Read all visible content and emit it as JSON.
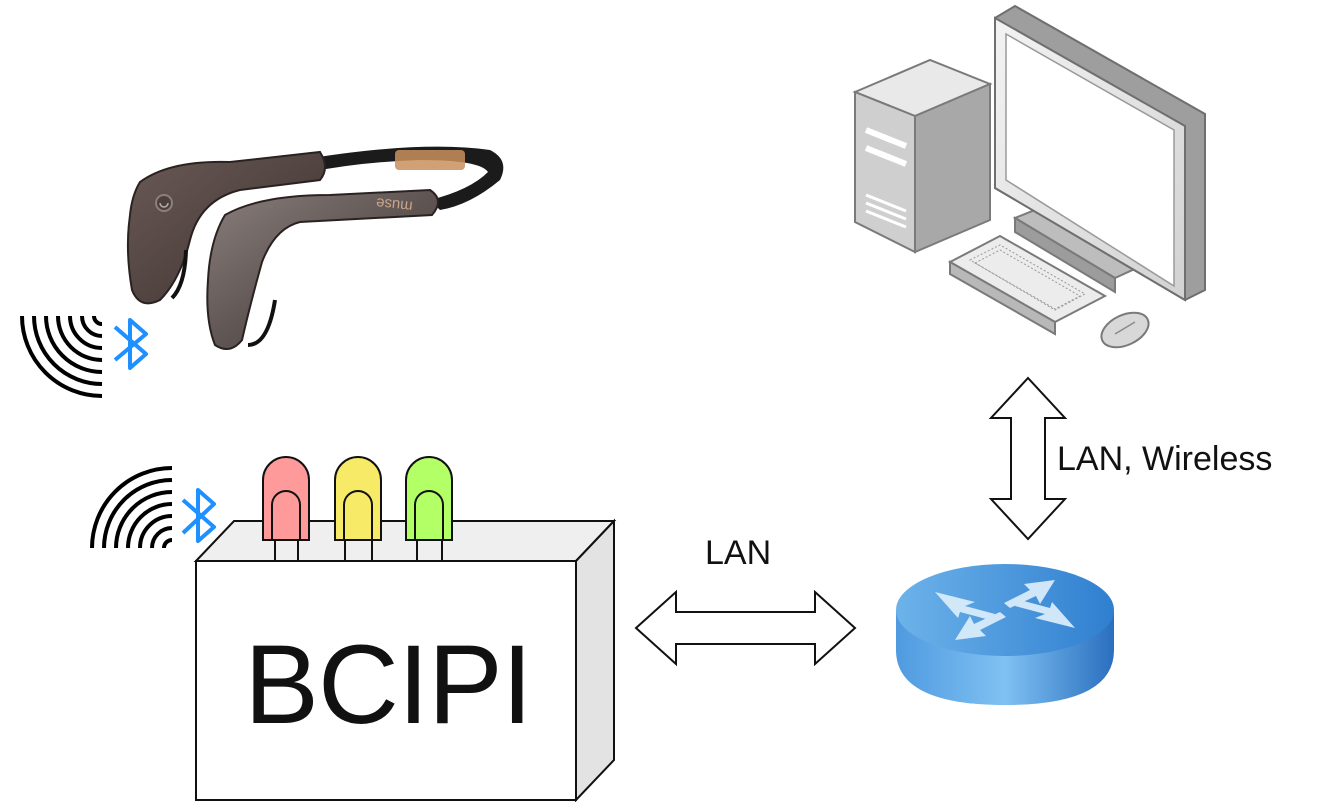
{
  "diagram": {
    "device_box_label": "BCIPI",
    "link_box_router": "LAN",
    "link_router_computer": "LAN, Wireless",
    "headband_brand": "muse",
    "led_colors": [
      "#ff9a9a",
      "#f7ea66",
      "#b2ff66"
    ],
    "bluetooth_color": "#1e90ff",
    "router_color": "#3d8fd6",
    "icons": [
      "eeg-headband-icon",
      "bluetooth-icon",
      "wireless-signal-icon",
      "led-icon",
      "desktop-computer-icon",
      "router-icon"
    ]
  }
}
